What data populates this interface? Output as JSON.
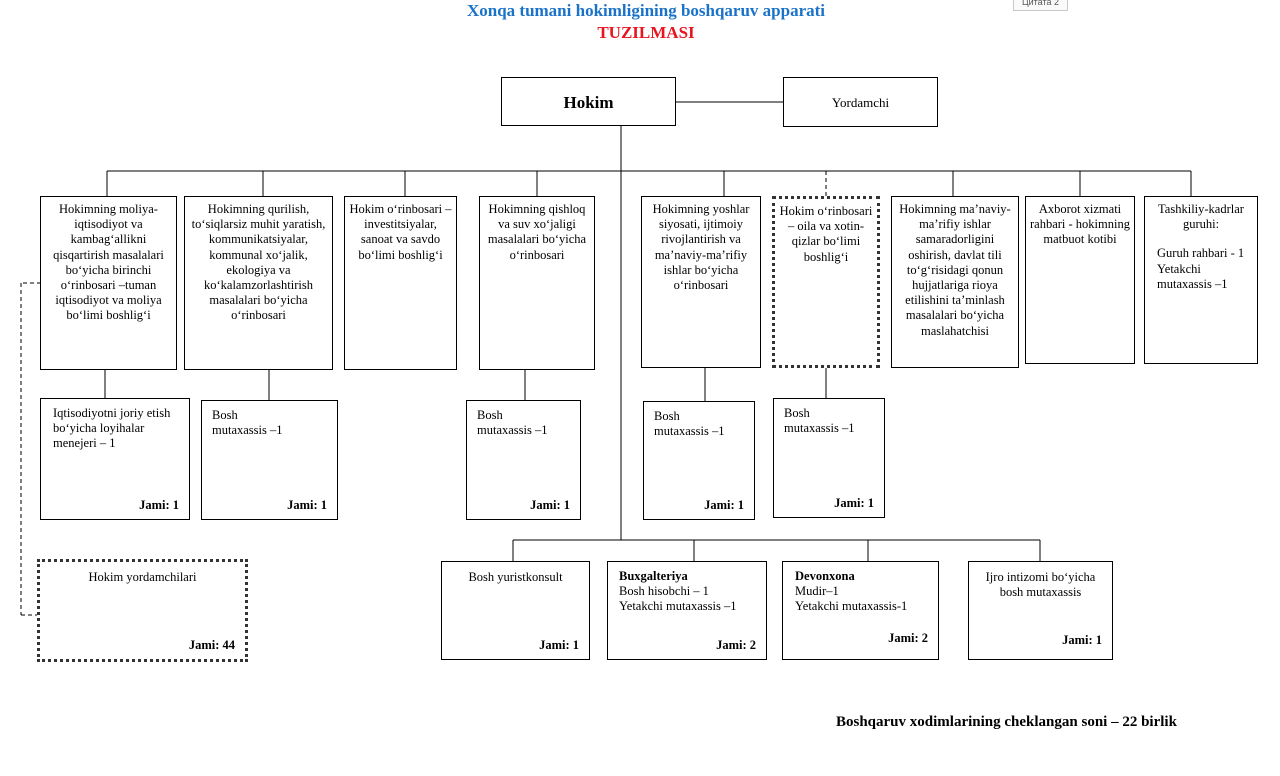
{
  "header": {
    "title": "Xonqa tumani hokimligining boshqaruv apparati",
    "subtitle": "TUZILMASI",
    "tab_label": "Цитата 2"
  },
  "top": {
    "hokim": "Hokim",
    "yordamchi": "Yordamchi"
  },
  "deputies": [
    {
      "text": "Hokimning moliya-iqtisodiyot va kambag‘allikni qisqartirish masalalari bo‘yicha birinchi o‘rinbosari –tuman iqtisodiyot va moliya bo‘limi boshlig‘i"
    },
    {
      "text": "Hokimning qurilish, to‘siqlarsiz muhit yaratish, kommunikatsiyalar, kommunal xo‘jalik, ekologiya va ko‘kalamzorlashtirish masalalari bo‘yicha o‘rinbosari"
    },
    {
      "text": "Hokim o‘rinbosari – investitsiyalar, sanoat va savdo bo‘limi boshlig‘i"
    },
    {
      "text": "Hokimning qishloq va suv xo‘jaligi masalalari bo‘yicha o‘rinbosari"
    },
    {
      "text": "Hokimning yoshlar siyosati, ijtimoiy rivojlantirish va ma’naviy-ma’rifiy ishlar bo‘yicha o‘rinbosari"
    },
    {
      "text": "Hokim o‘rinbosari – oila va xotin-qizlar bo‘limi boshlig‘i"
    },
    {
      "text": "Hokimning ma’naviy-ma’rifiy ishlar samaradorligini oshirish, davlat tili to‘g‘risidagi qonun hujjatlariga rioya etilishini ta’minlash masalalari bo‘yicha maslahatchisi"
    },
    {
      "text": "Axborot xizmati rahbari - hokimning matbuot kotibi"
    },
    {
      "line1": "Tashkiliy-kadrlar guruhi:",
      "line2": "Guruh rahbari - 1",
      "line3": "Yetakchi mutaxassis –1"
    }
  ],
  "staff": [
    {
      "text": "Iqtisodiyotni joriy etish bo‘yicha loyihalar menejeri – 1",
      "jami": "Jami: 1"
    },
    {
      "line1": "Bosh",
      "line2": "mutaxassis –1",
      "jami": "Jami: 1"
    },
    {
      "line1": "Bosh",
      "line2": "mutaxassis –1",
      "jami": "Jami: 1"
    },
    {
      "line1": "Bosh",
      "line2": "mutaxassis –1",
      "jami": "Jami: 1"
    },
    {
      "line1": "Bosh",
      "line2": "mutaxassis –1",
      "jami": "Jami: 1"
    }
  ],
  "assistants": {
    "title": "Hokim yordamchilari",
    "jami": "Jami: 44"
  },
  "bottom": [
    {
      "title": "Bosh yuristkonsult",
      "jami": "Jami: 1"
    },
    {
      "title": "Buxgalteriya",
      "line1": "Bosh hisobchi – 1",
      "line2": "Yetakchi mutaxassis –1",
      "jami": "Jami: 2"
    },
    {
      "title": "Devonxona",
      "line1": "Mudir–1",
      "line2": "Yetakchi mutaxassis-1",
      "jami": "Jami: 2"
    },
    {
      "title": "Ijro intizomi bo‘yicha bosh mutaxassis",
      "jami": "Jami: 1"
    }
  ],
  "footer": "Boshqaruv xodimlarining cheklangan soni – 22 birlik"
}
